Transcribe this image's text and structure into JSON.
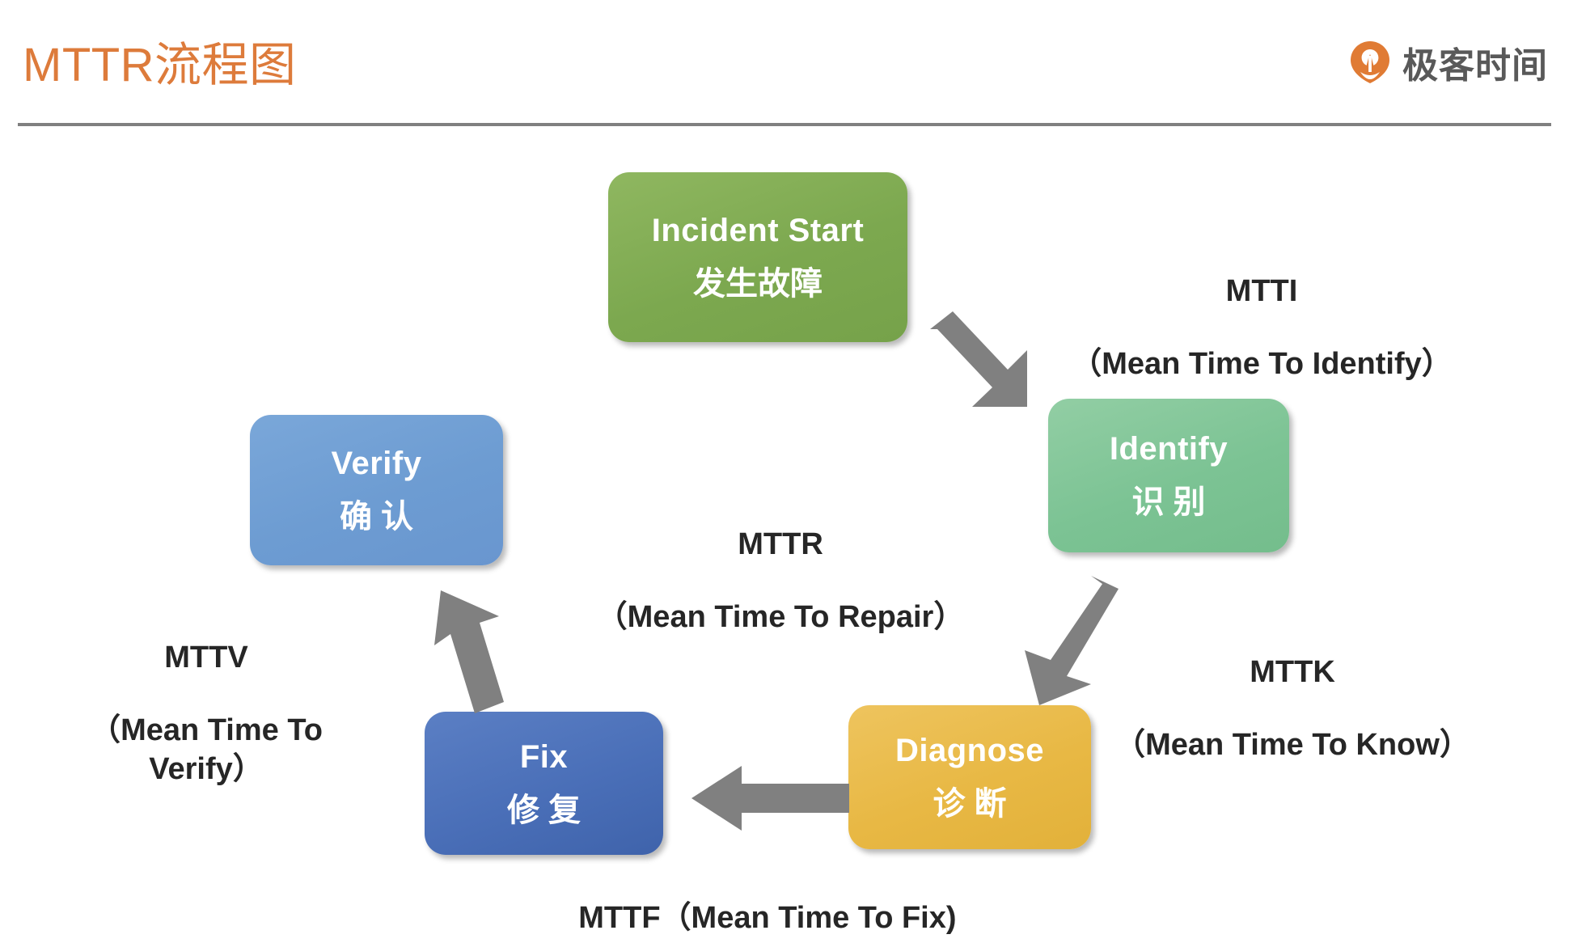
{
  "header": {
    "title": "MTTR流程图",
    "title_color": "#dd7b3b",
    "rule_color": "#808080",
    "brand": {
      "name": "极客时间",
      "logo_icon": "geektime-pin-icon",
      "logo_color": "#e07b34",
      "text_color": "#595959"
    }
  },
  "diagram": {
    "type": "cycle-flowchart",
    "nodes": [
      {
        "id": "incident",
        "en": "Incident Start",
        "cn": "发生故障",
        "color": "#7ca84f"
      },
      {
        "id": "identify",
        "en": "Identify",
        "cn": "识 别",
        "color": "#7cc394"
      },
      {
        "id": "diagnose",
        "en": "Diagnose",
        "cn": "诊 断",
        "color": "#e8b844"
      },
      {
        "id": "fix",
        "en": "Fix",
        "cn": "修 复",
        "color": "#4a6fb8"
      },
      {
        "id": "verify",
        "en": "Verify",
        "cn": "确 认",
        "color": "#6d9cd2"
      }
    ],
    "arrow_color": "#808080",
    "edges": [
      {
        "id": "incident-identify",
        "from": "incident",
        "to": "identify",
        "direction": "down-right"
      },
      {
        "id": "identify-diagnose",
        "from": "identify",
        "to": "diagnose",
        "direction": "down-left"
      },
      {
        "id": "diagnose-fix",
        "from": "diagnose",
        "to": "fix",
        "direction": "left"
      },
      {
        "id": "fix-verify",
        "from": "fix",
        "to": "verify",
        "direction": "up"
      }
    ],
    "metrics": [
      {
        "id": "mtti",
        "abbr": "MTTI",
        "full": "（Mean Time To Identify）"
      },
      {
        "id": "mttk",
        "abbr": "MTTK",
        "full": "（Mean Time To Know）"
      },
      {
        "id": "mttr",
        "abbr": "MTTR",
        "full": "（Mean Time To Repair）"
      },
      {
        "id": "mttv",
        "abbr": "MTTV",
        "full": "（Mean Time To\nVerify）"
      },
      {
        "id": "mttf",
        "abbr": "MTTF",
        "full": "（Mean Time To Fix)"
      }
    ]
  }
}
